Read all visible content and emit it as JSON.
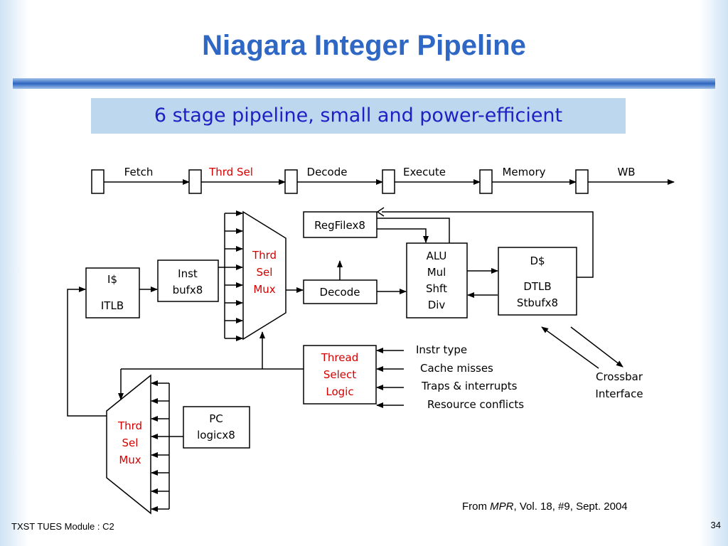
{
  "slide": {
    "title": "Niagara Integer Pipeline",
    "subtitle": "6 stage pipeline, small and power-efficient",
    "source_prefix": "From ",
    "source_pub": "MPR",
    "source_suffix": ", Vol. 18, #9, Sept. 2004",
    "footer_left": "TXST TUES Module : C2",
    "page_number": "34"
  },
  "stages": [
    "Fetch",
    "Thrd Sel",
    "Decode",
    "Execute",
    "Memory",
    "WB"
  ],
  "blocks": {
    "icache": [
      "I$",
      "ITLB"
    ],
    "inst_buf": [
      "Inst",
      "bufx8"
    ],
    "top_mux": [
      "Thrd",
      "Sel",
      "Mux"
    ],
    "regfile": "RegFilex8",
    "decode": "Decode",
    "alu": [
      "ALU",
      "Mul",
      "Shft",
      "Div"
    ],
    "dcache": [
      "D$",
      "DTLB",
      "Stbufx8"
    ],
    "thread_select": [
      "Thread",
      "Select",
      "Logic"
    ],
    "bottom_mux": [
      "Thrd",
      "Sel",
      "Mux"
    ],
    "pc_logic": [
      "PC",
      "logicx8"
    ]
  },
  "inputs": [
    "Instr type",
    "Cache misses",
    "Traps & interrupts",
    "Resource conflicts"
  ],
  "crossbar": [
    "Crossbar",
    "Interface"
  ],
  "colors": {
    "title": "#2f67c4",
    "subtitle_bg": "#bdd7ee",
    "subtitle_text": "#1f1fc4",
    "highlight": "#d40000"
  }
}
